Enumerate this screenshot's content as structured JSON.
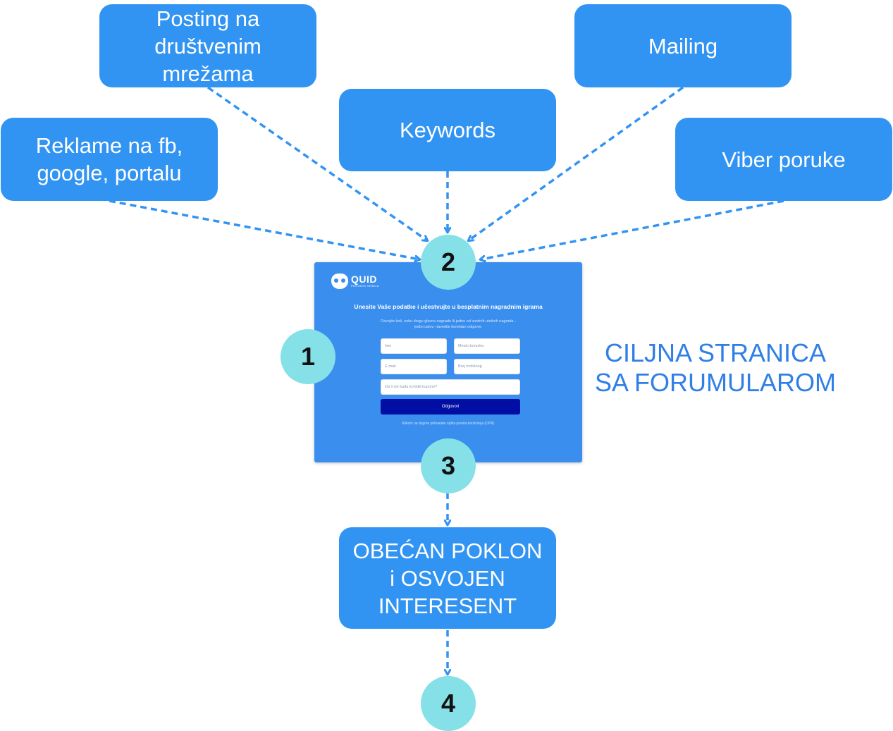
{
  "sources": [
    {
      "lines": [
        "Posting na",
        "društvenim",
        "mrežama"
      ]
    },
    {
      "lines": [
        "Mailing"
      ]
    },
    {
      "lines": [
        "Keywords"
      ]
    },
    {
      "lines": [
        "Reklame na fb,",
        "google, portalu"
      ]
    },
    {
      "lines": [
        "Viber poruke"
      ]
    }
  ],
  "result_box": {
    "lines": [
      "OBEĆAN POKLON",
      "i OSVOJEN",
      "INTERESENT"
    ]
  },
  "steps": [
    "1",
    "2",
    "3",
    "4"
  ],
  "side_caption": [
    "CILJNA STRANICA",
    "SA FORUMULAROM"
  ],
  "landing_page": {
    "brand": "QUID",
    "brand_sub": "PERUNIS SRBIJA",
    "heading": "Unesite Vaše podatke i učestvujte u besplatnim nagradnim igrama",
    "description": "Osvojite keš, neku drugu glavnu nagradu ili jednu od vrednih utešnih nagrada - jedini uslov: navedite korektan odgovor.",
    "fields": {
      "name": "Ime",
      "city": "Mesto boravka",
      "email": "E-mail",
      "phone": "Broj mobilnog",
      "question": "Da li ste kada koristili kupone?"
    },
    "button": "Odgovori",
    "footer": "Klikom na dugme prihvatate opšta pravila korišćenja (OPK)"
  },
  "colors": {
    "box": "#3294f2",
    "circle": "#86e0e8",
    "arrow": "#3294f2",
    "caption": "#2f7fe6",
    "landing_bg": "#3a8eee",
    "landing_button": "#000ea3"
  }
}
